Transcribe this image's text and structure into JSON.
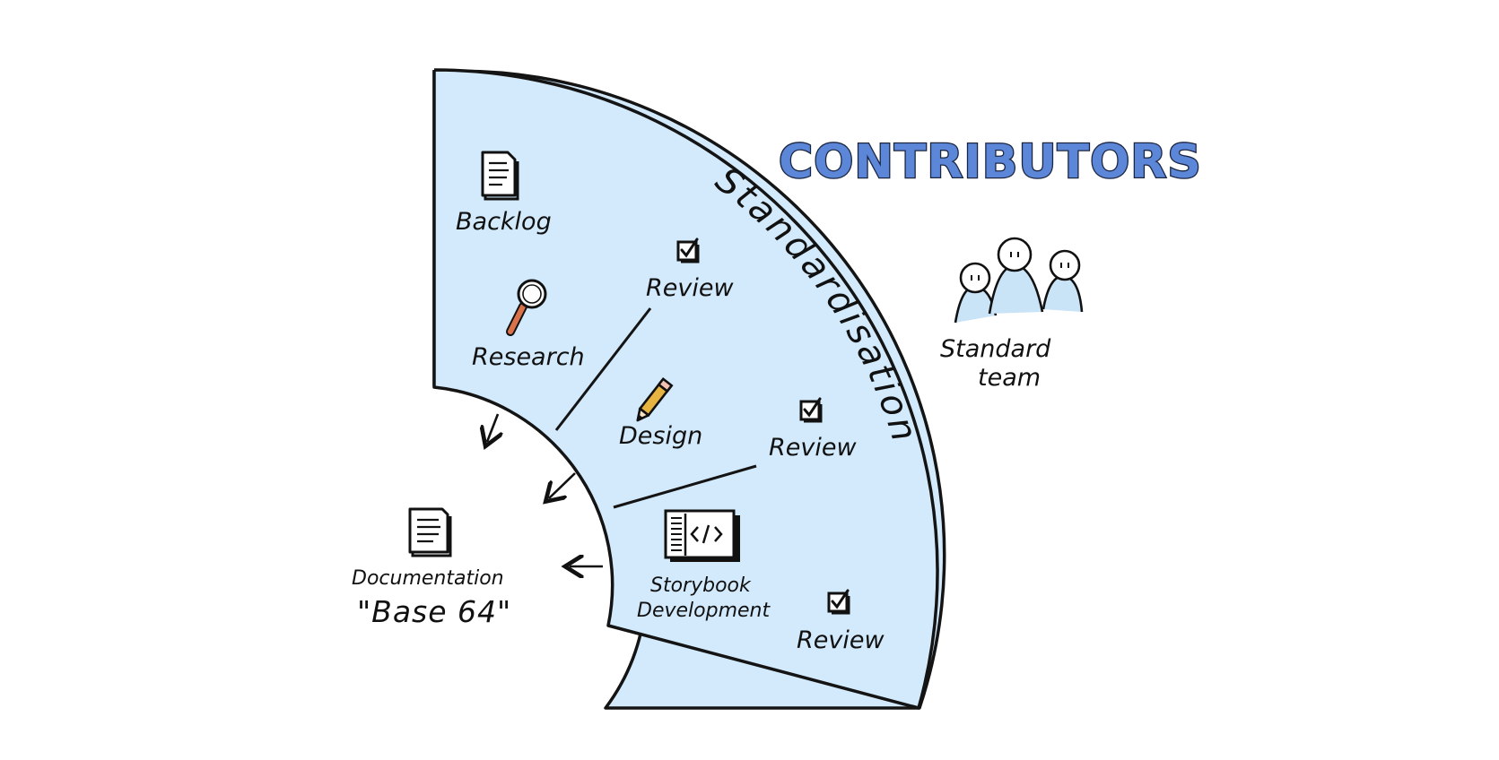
{
  "diagram": {
    "title": "CONTRIBUTORS",
    "sector_label": "Standardisation",
    "colors": {
      "sector_fill": "#d3eafc",
      "title_fill": "#5c87d9",
      "person_fill": "#c9e3f7",
      "magnifier_handle": "#d9714a",
      "pencil": "#e8b441"
    },
    "stages": {
      "backlog": {
        "label": "Backlog",
        "icon": "document-icon"
      },
      "research": {
        "label": "Research",
        "icon": "magnifier-icon"
      },
      "review_1": {
        "label": "Review",
        "icon": "checkbox-icon"
      },
      "design": {
        "label": "Design",
        "icon": "pencil-icon"
      },
      "review_2": {
        "label": "Review",
        "icon": "checkbox-icon"
      },
      "storybook": {
        "line1": "Storybook",
        "line2": "Development",
        "icon": "code-window-icon"
      },
      "review_3": {
        "label": "Review",
        "icon": "checkbox-icon"
      }
    },
    "output": {
      "label": "Documentation",
      "name": "\"Base 64\"",
      "icon": "document-icon"
    },
    "team": {
      "line1": "Standard",
      "line2": "team",
      "icon": "people-icon"
    }
  }
}
